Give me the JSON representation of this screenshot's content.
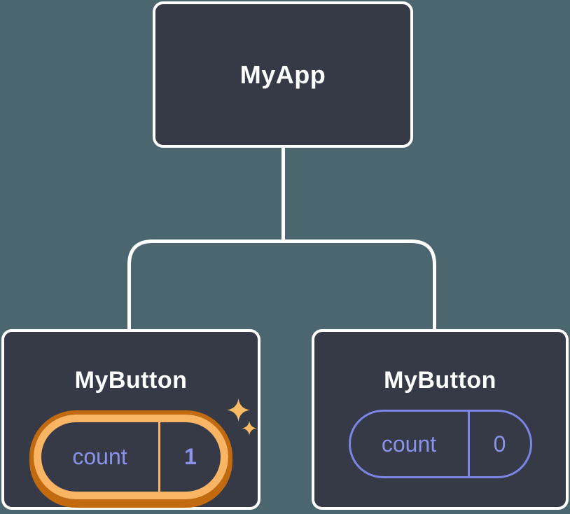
{
  "diagram_type": "react-component-tree",
  "colors": {
    "bg": "#4C6670",
    "card": "#353A46",
    "line": "#FFFFFF",
    "purple": "#8B92E9",
    "purple_stroke": "#7C84E6",
    "orange_light": "#FAB564",
    "orange_dark": "#C16A0F",
    "sparkle": "#F9BC64"
  },
  "tree": {
    "root": {
      "label": "MyApp"
    },
    "children": [
      {
        "label": "MyButton",
        "highlighted": true,
        "state": {
          "key": "count",
          "value": "1"
        }
      },
      {
        "label": "MyButton",
        "highlighted": false,
        "state": {
          "key": "count",
          "value": "0"
        }
      }
    ]
  }
}
